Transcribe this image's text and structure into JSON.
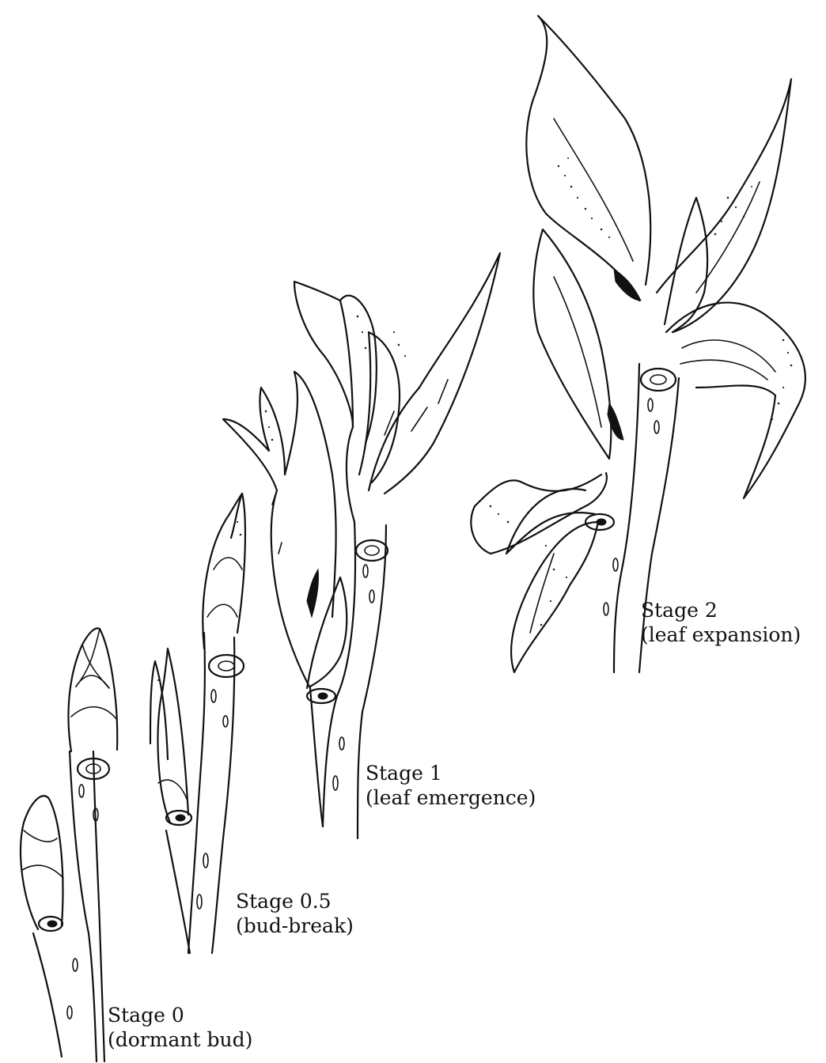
{
  "stages": [
    {
      "id": "stage-0",
      "title": "Stage 0",
      "subtitle": "(dormant bud)"
    },
    {
      "id": "stage-0-5",
      "title": "Stage 0.5",
      "subtitle": "(bud-break)"
    },
    {
      "id": "stage-1",
      "title": "Stage 1",
      "subtitle": "(leaf emergence)"
    },
    {
      "id": "stage-2",
      "title": "Stage 2",
      "subtitle": "(leaf expansion)"
    }
  ]
}
